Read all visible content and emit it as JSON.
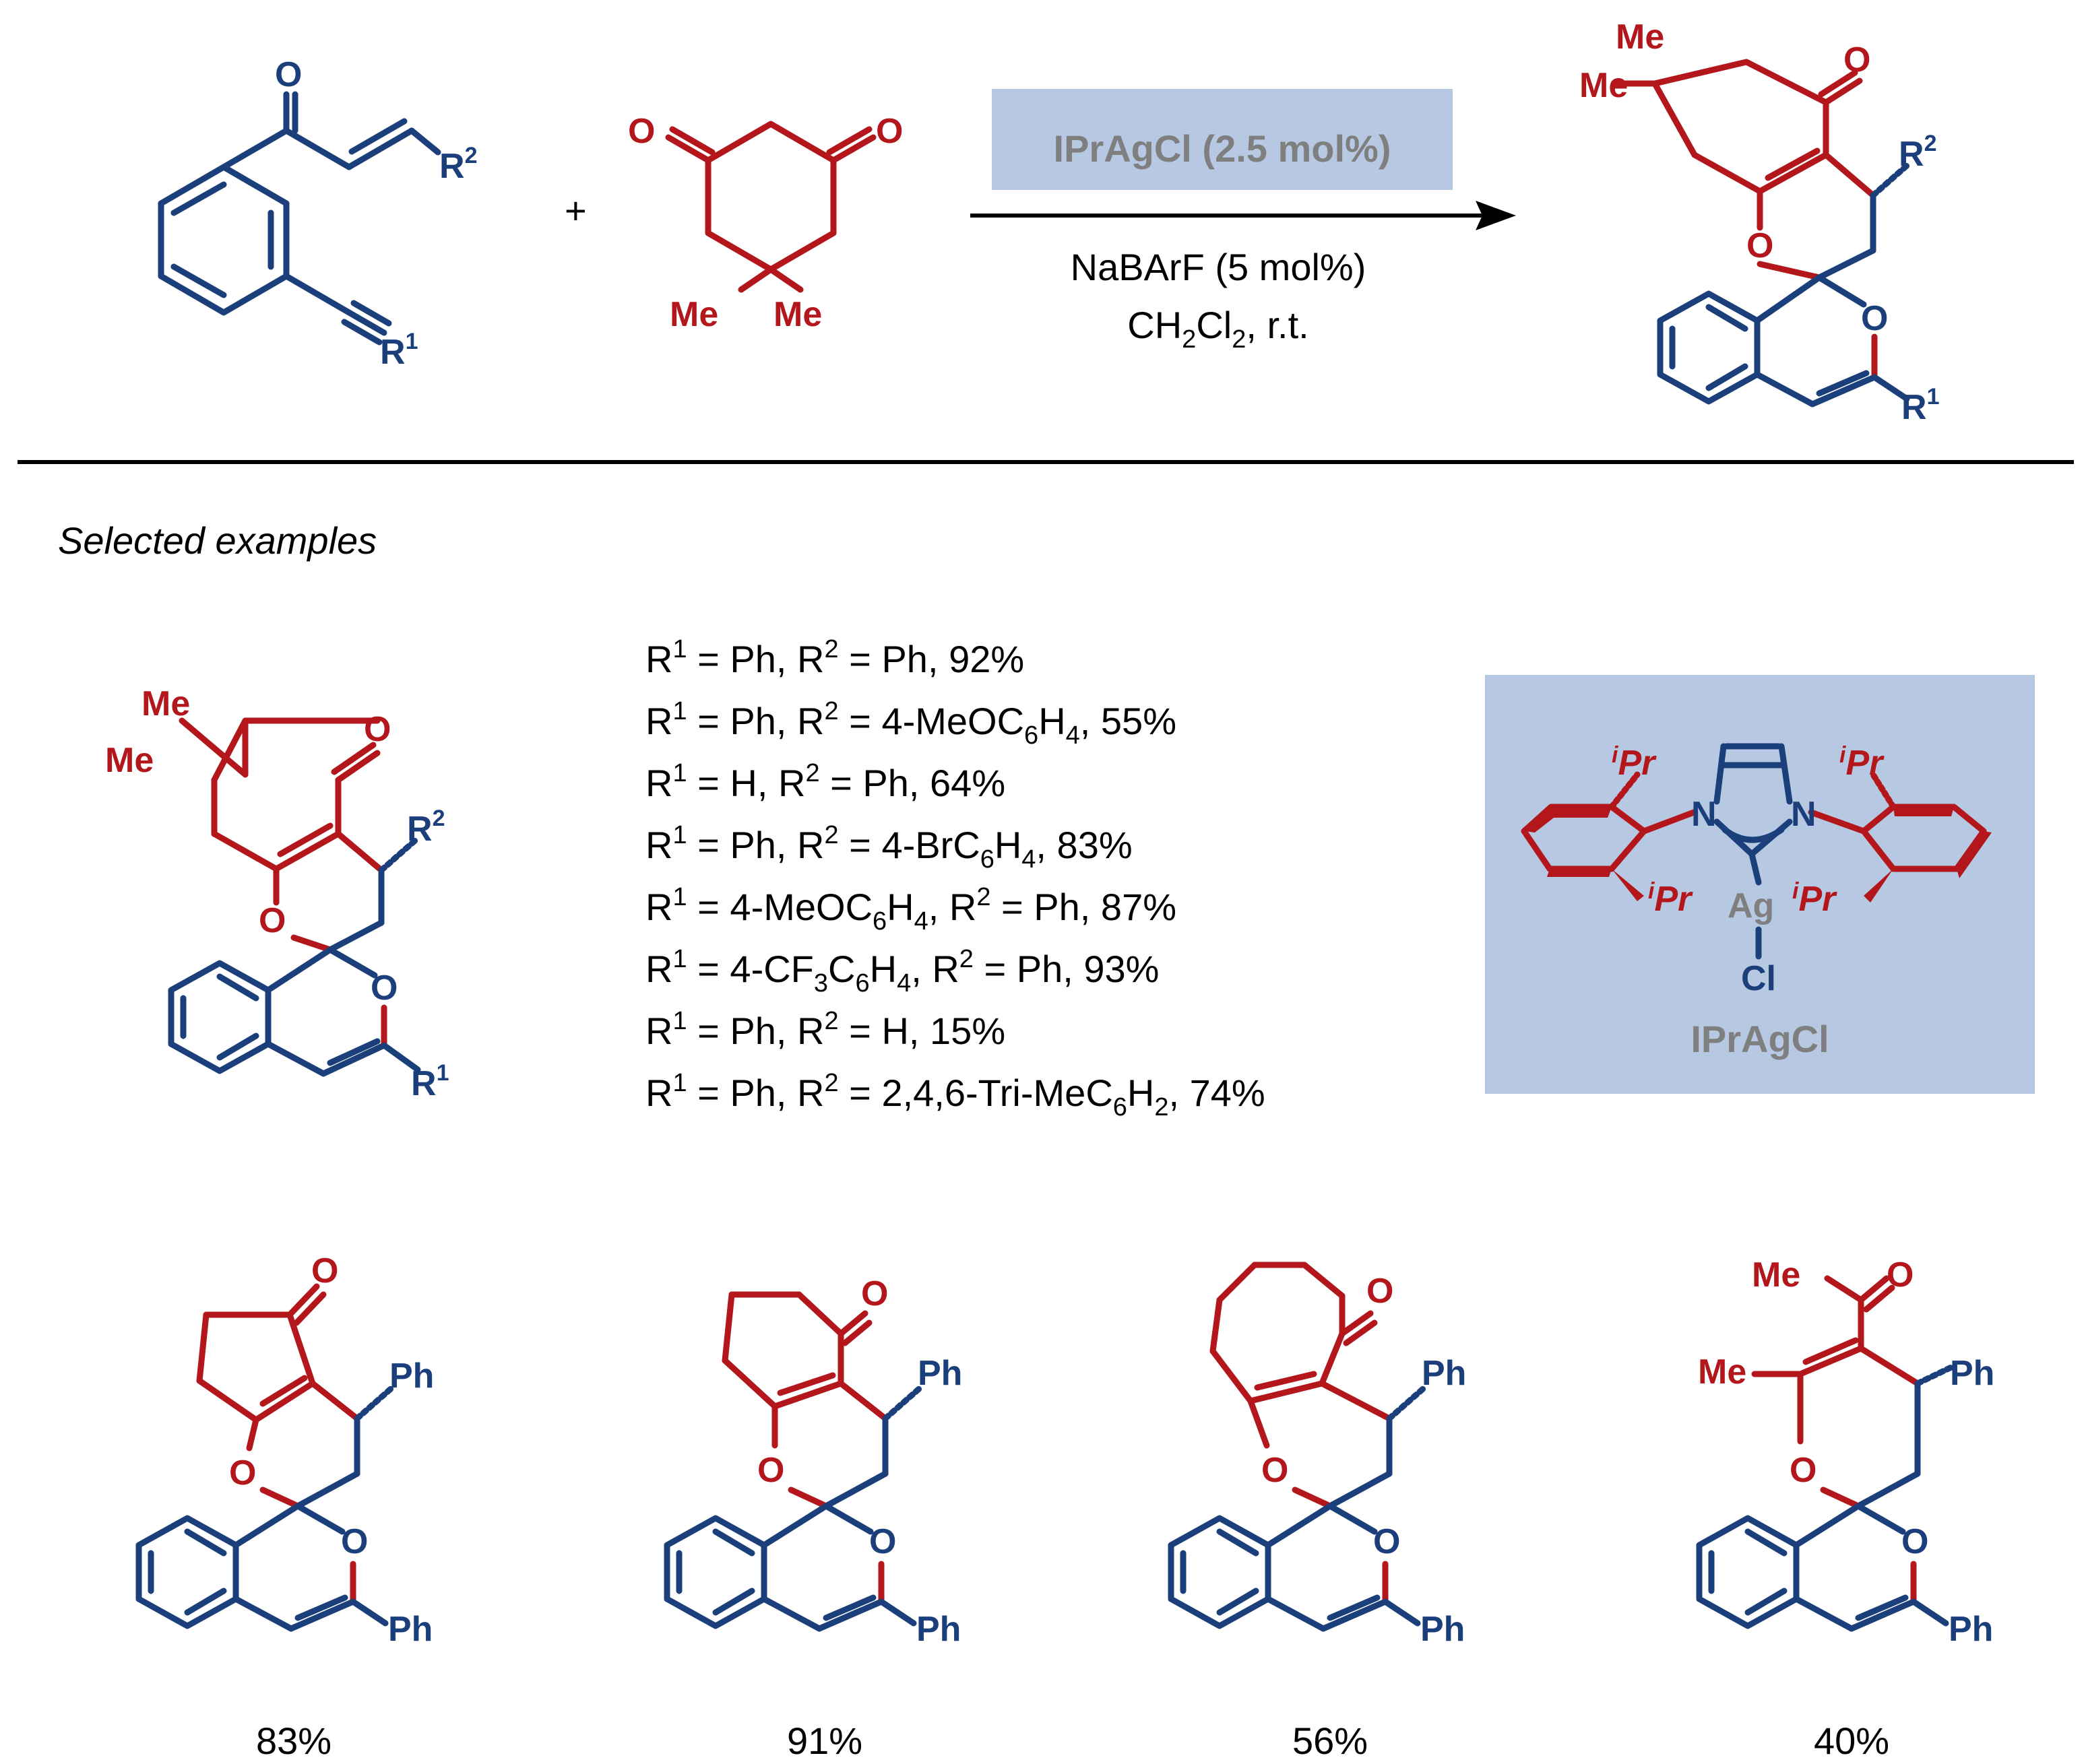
{
  "reaction": {
    "plus": "+",
    "catalyst": "IPrAgCl (2.5 mol%)",
    "additive": "NaBArF (5 mol%)",
    "solvent_main": "CH",
    "solvent_sub1": "2",
    "solvent_mid": "Cl",
    "solvent_sub2": "2",
    "solvent_tail": ", r.t."
  },
  "labels": {
    "O": "O",
    "Me": "Me",
    "Ph": "Ph",
    "Me_ac": "Me",
    "R": "R",
    "sup1": "1",
    "sup2": "2",
    "N": "N",
    "Ag": "Ag",
    "Cl": "Cl",
    "iPr_i": "i",
    "iPr_Pr": "Pr",
    "catalyst_name": "IPrAgCl"
  },
  "section_title": "Selected examples",
  "examples": [
    {
      "r1": "Ph",
      "r1_sub": "",
      "r1_tail": "",
      "r2": "Ph",
      "r2_sub": "",
      "r2_tail": "",
      "yield": "92%"
    },
    {
      "r1": "Ph",
      "r1_sub": "",
      "r1_tail": "",
      "r2": "4-MeOC",
      "r2_sub": "6",
      "r2_tail": "H",
      "r2_sub2": "4",
      "yield": "55%"
    },
    {
      "r1": "H",
      "r1_sub": "",
      "r1_tail": "",
      "r2": "Ph",
      "r2_sub": "",
      "r2_tail": "",
      "yield": "64%"
    },
    {
      "r1": "Ph",
      "r1_sub": "",
      "r1_tail": "",
      "r2": "4-BrC",
      "r2_sub": "6",
      "r2_tail": "H",
      "r2_sub2": "4",
      "yield": "83%"
    },
    {
      "r1": "4-MeOC",
      "r1_sub": "6",
      "r1_tail": "H",
      "r1_sub2": "4",
      "r2": "Ph",
      "r2_sub": "",
      "r2_tail": "",
      "yield": "87%"
    },
    {
      "r1": "4-CF",
      "r1_sub": "3",
      "r1_tail": "C",
      "r1_sub2": "6",
      "r1_tail2": "H",
      "r1_sub3": "4",
      "r2": "Ph",
      "r2_sub": "",
      "r2_tail": "",
      "yield": "93%"
    },
    {
      "r1": "Ph",
      "r1_sub": "",
      "r1_tail": "",
      "r2": "H",
      "r2_sub": "",
      "r2_tail": "",
      "yield": "15%"
    },
    {
      "r1": "Ph",
      "r1_sub": "",
      "r1_tail": "",
      "r2": "2,4,6-Tri-MeC",
      "r2_sub": "6",
      "r2_tail": "H",
      "r2_sub2": "2",
      "yield": "74%"
    }
  ],
  "bottom_yields": [
    "83%",
    "91%",
    "56%",
    "40%"
  ],
  "colors": {
    "blue": "#1b3f7a",
    "red": "#b3161b",
    "catalyst_box": "#b7c8e2",
    "catalyst_text": "#7f7f7f"
  }
}
